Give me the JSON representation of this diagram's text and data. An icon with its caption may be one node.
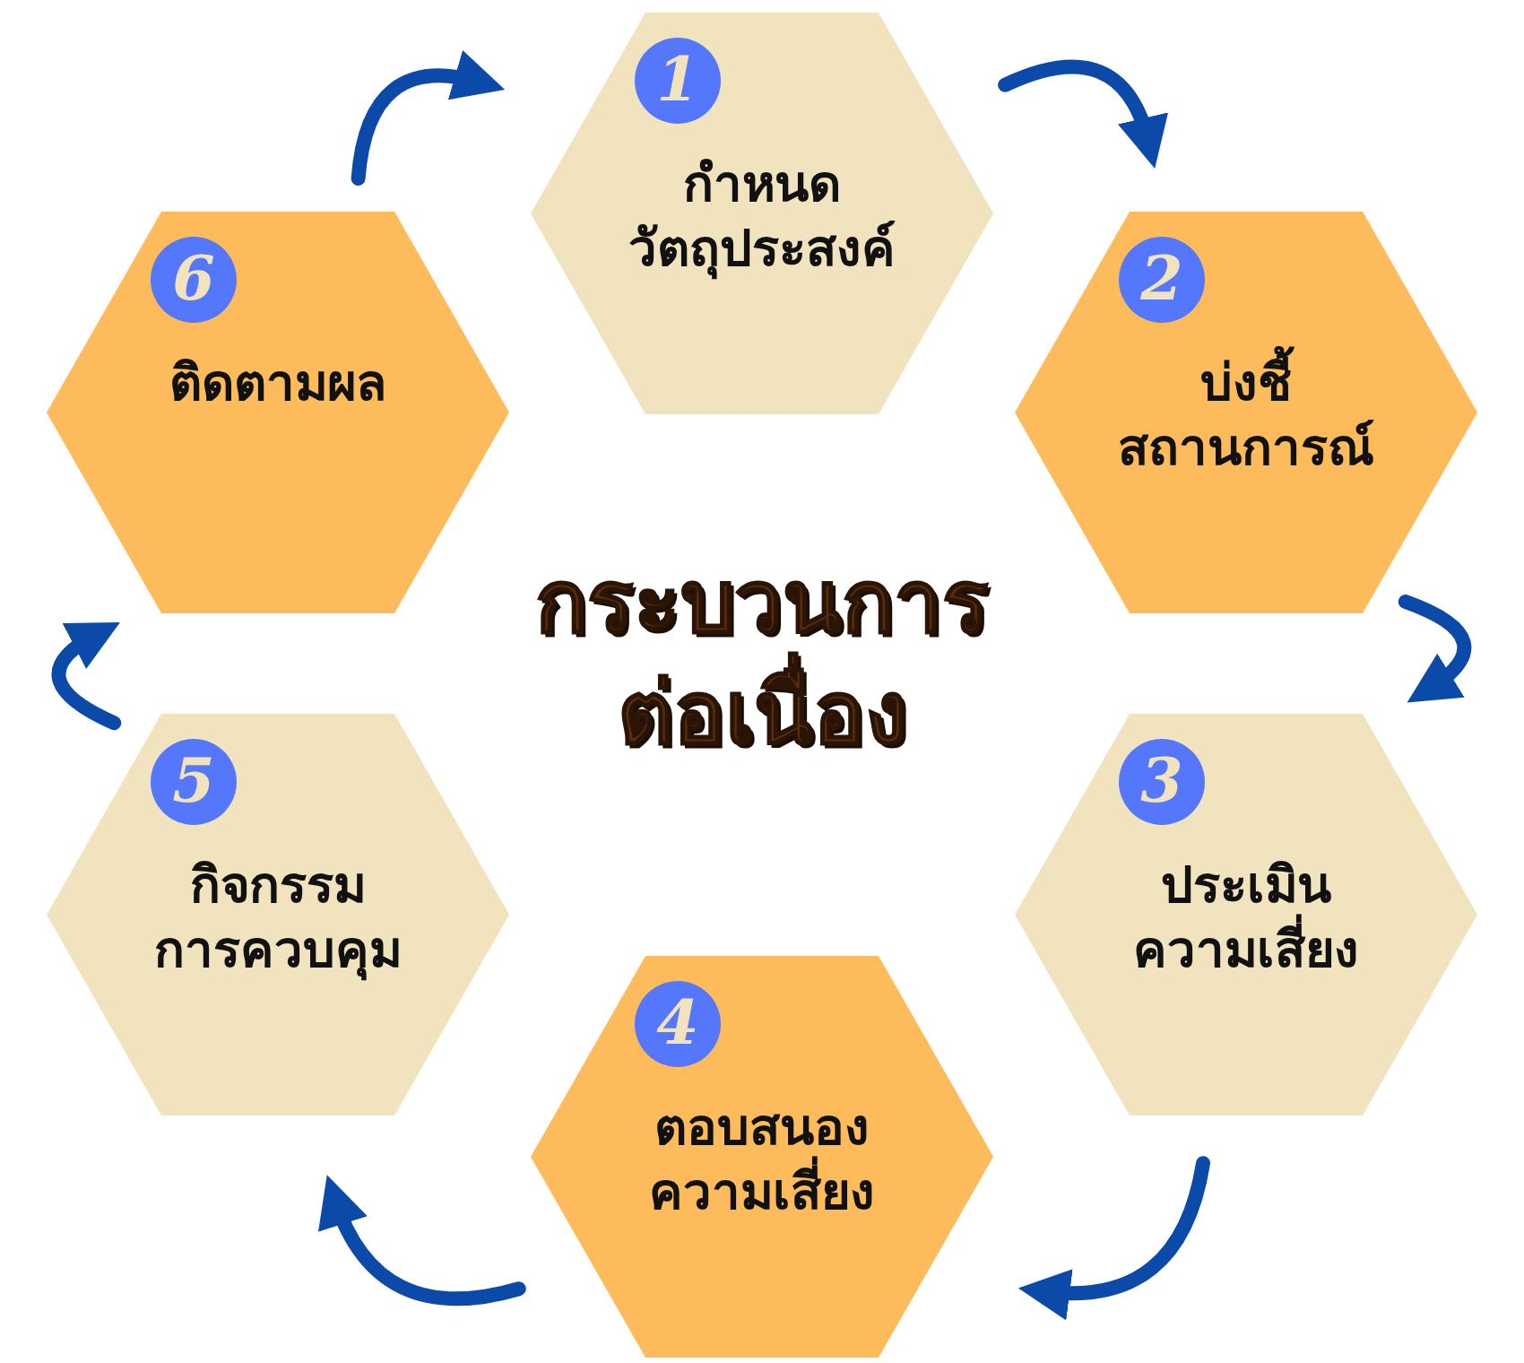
{
  "diagram": {
    "title": "กระบวนการ ต่อเนื่อง",
    "nodes": [
      {
        "text": [
          "1",
          "กำหนด วัตถุประสงค์"
        ]
      },
      {
        "text": [
          "2",
          "บ่งชี้ สถานการณ์"
        ]
      },
      {
        "text": [
          "3",
          "ประเมิน ความเสี่ยง"
        ]
      },
      {
        "text": [
          "4",
          "ตอบสนอง ความเสี่ยง"
        ]
      },
      {
        "text": [
          "5",
          "กิจกรรม การควบคุม"
        ]
      },
      {
        "text": [
          "6",
          "ติดตามผล"
        ]
      }
    ],
    "edges": [
      {
        "from": 0,
        "to": 1,
        "arrow": "to"
      },
      {
        "from": 1,
        "to": 2,
        "arrow": "to"
      },
      {
        "from": 2,
        "to": 3,
        "arrow": "to"
      },
      {
        "from": 3,
        "to": 4,
        "arrow": "to"
      },
      {
        "from": 4,
        "to": 5,
        "arrow": "to"
      },
      {
        "from": 5,
        "to": 0,
        "arrow": "to"
      }
    ]
  }
}
